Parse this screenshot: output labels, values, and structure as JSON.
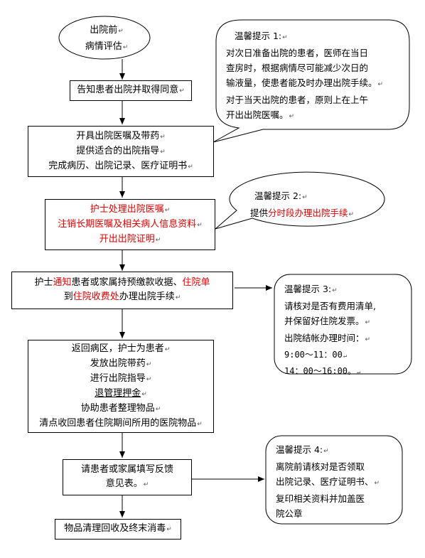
{
  "start": {
    "lines": [
      "出院前",
      "病情评估"
    ]
  },
  "steps": {
    "notify": {
      "lines": [
        "告知患者出院并取得同意"
      ]
    },
    "orders": {
      "lines": [
        "开具出院医嘱及带药",
        "提供适合的出院指导",
        "完成病历、出院记录、医疗证明书"
      ]
    },
    "nurse": {
      "lines": [
        "护士处理出院医嘱",
        "注销长期医嘱及相关病人信息资料",
        "开出出院证明"
      ]
    },
    "billing": {
      "line1": {
        "a": "护士",
        "b": "通知",
        "c": "患者或家属持预缴款收据、",
        "d": "住院单"
      },
      "line2": {
        "a": "到",
        "b": "住院收费处",
        "c": "办理出院手续"
      }
    },
    "ward": {
      "lines": [
        "返回病区，护士为患者",
        "发放出院带药",
        "进行出院指导",
        "退管理押金",
        "协助患者整理物品",
        "清点收回患者住院期间所用的医院物品"
      ]
    },
    "feedback": {
      "lines": [
        "请患者或家属填写反馈",
        "意见表。"
      ]
    },
    "final": {
      "lines": [
        "物品清理回收及终末消毒"
      ]
    }
  },
  "tips": {
    "t1": {
      "lines": [
        "温馨提示 1:",
        "对次日准备出院的患者，医师在当日",
        "查房时，根据病情尽可能减少次日的",
        "输液量，使患者能及时办理出院手续。",
        "对于当天出院的患者，原则上在上午",
        "开出出院医嘱。"
      ]
    },
    "t2": {
      "lines": [
        "温馨提示 2:"
      ],
      "line2": {
        "a": "提供",
        "b": "分时段办理出院手续"
      }
    },
    "t3": {
      "lines": [
        "温馨提示 3:",
        "请核对是否有费用清单,",
        "并保留好住院发票。",
        "出院结帐办理时间：",
        "9:00～11：00",
        "14：00～16:00。"
      ]
    },
    "t4": {
      "lines": [
        "温馨提示 4:",
        "离院前请核对是否领取",
        "出院记录、医疗证明书、",
        "复印相关资料并加盖医",
        "院公章"
      ]
    }
  },
  "para_mark": "↵",
  "colors": {
    "highlight": "#e00000",
    "border": "#000000"
  }
}
